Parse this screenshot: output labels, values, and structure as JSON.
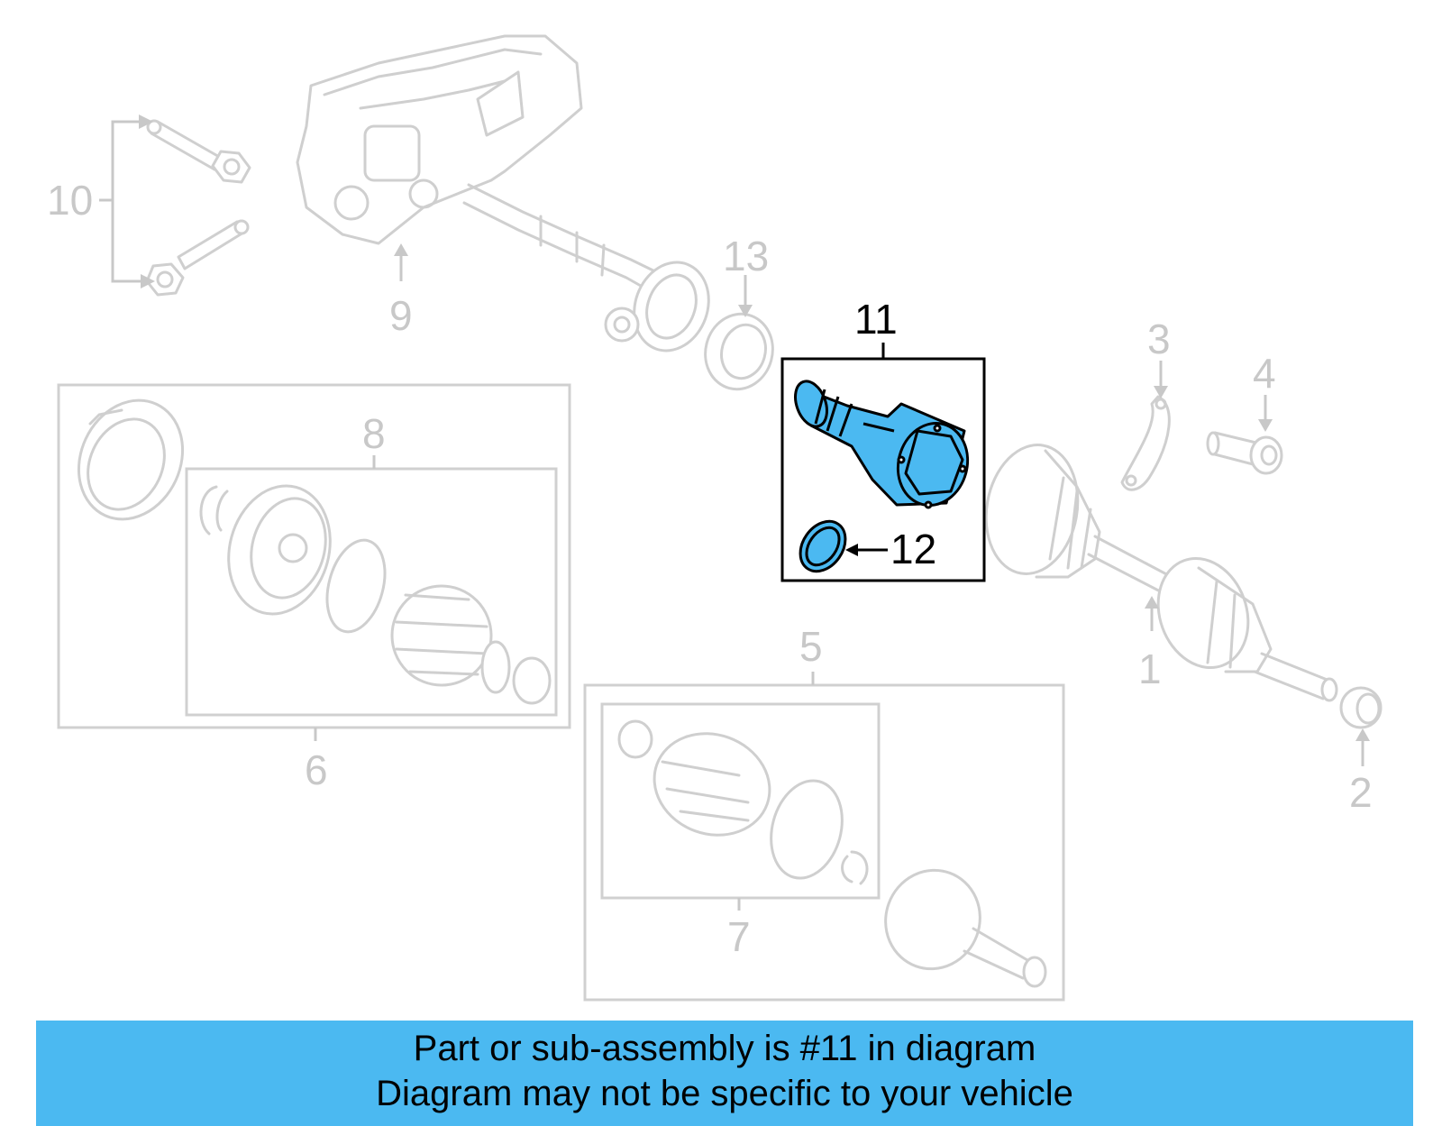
{
  "diagram": {
    "callouts": [
      {
        "id": "1",
        "label": "1",
        "highlighted": false
      },
      {
        "id": "2",
        "label": "2",
        "highlighted": false
      },
      {
        "id": "3",
        "label": "3",
        "highlighted": false
      },
      {
        "id": "4",
        "label": "4",
        "highlighted": false
      },
      {
        "id": "5",
        "label": "5",
        "highlighted": false
      },
      {
        "id": "6",
        "label": "6",
        "highlighted": false
      },
      {
        "id": "7",
        "label": "7",
        "highlighted": false
      },
      {
        "id": "8",
        "label": "8",
        "highlighted": false
      },
      {
        "id": "9",
        "label": "9",
        "highlighted": false
      },
      {
        "id": "10",
        "label": "10",
        "highlighted": false
      },
      {
        "id": "11",
        "label": "11",
        "highlighted": true
      },
      {
        "id": "12",
        "label": "12",
        "highlighted": true
      },
      {
        "id": "13",
        "label": "13",
        "highlighted": false
      }
    ],
    "colors": {
      "highlight_part": "#4bb9f1",
      "dimmed_part": "#cfcfcf",
      "banner_background": "#4bb9f1"
    }
  },
  "banner": {
    "line1": "Part or sub-assembly is #11 in diagram",
    "line2": "Diagram may not be specific to your vehicle"
  }
}
